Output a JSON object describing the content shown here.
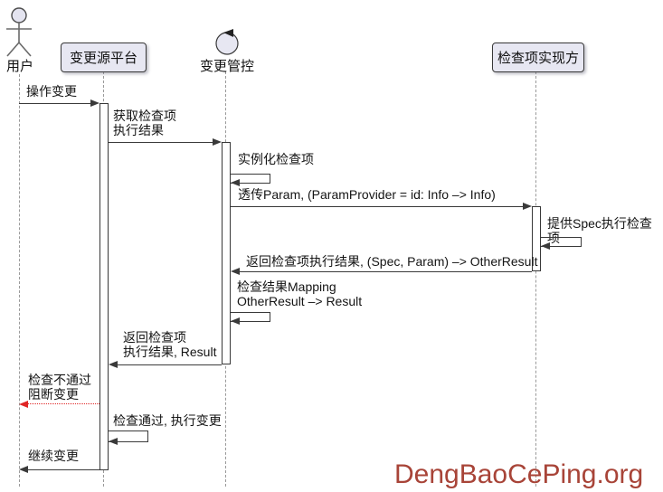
{
  "diagram": {
    "type": "uml-sequence",
    "participants": {
      "user": {
        "label": "用户",
        "kind": "actor"
      },
      "source_platform": {
        "label": "变更源平台",
        "kind": "participant"
      },
      "change_control": {
        "label": "变更管控",
        "kind": "control"
      },
      "check_implementer": {
        "label": "检查项实现方",
        "kind": "participant"
      }
    },
    "messages": [
      {
        "from": "用户",
        "to": "变更源平台",
        "kind": "sync",
        "text": "操作变更"
      },
      {
        "from": "变更源平台",
        "to": "变更管控",
        "kind": "sync",
        "text": "获取检查项\n执行结果"
      },
      {
        "from": "变更管控",
        "to": "变更管控",
        "kind": "self",
        "text": "实例化检查项"
      },
      {
        "from": "变更管控",
        "to": "检查项实现方",
        "kind": "sync",
        "text": "透传Param, (ParamProvider = id: Info –> Info)"
      },
      {
        "from": "检查项实现方",
        "to": "检查项实现方",
        "kind": "self",
        "text": "提供Spec执行检查项"
      },
      {
        "from": "检查项实现方",
        "to": "变更管控",
        "kind": "return",
        "text": "返回检查项执行结果, (Spec, Param) –> OtherResult"
      },
      {
        "from": "变更管控",
        "to": "变更管控",
        "kind": "self",
        "text": "检查结果Mapping\nOtherResult –> Result"
      },
      {
        "from": "变更管控",
        "to": "变更源平台",
        "kind": "return",
        "text": "返回检查项\n执行结果, Result"
      },
      {
        "from": "变更源平台",
        "to": "用户",
        "kind": "blocked",
        "text": "检查不通过\n阻断变更"
      },
      {
        "from": "变更源平台",
        "to": "变更源平台",
        "kind": "self",
        "text": "检查通过, 执行变更"
      },
      {
        "from": "变更源平台",
        "to": "用户",
        "kind": "sync",
        "text": "继续变更"
      }
    ],
    "watermark": {
      "text": "DengBaoCePing.org",
      "color": "#a84438"
    },
    "colors": {
      "background": "#ffffff",
      "participant_fill": "#e7e7f2",
      "border": "#383838",
      "arrow": "#3a3a3a",
      "lifeline": "#9a9a9a",
      "blocked_arrow": "#e02626",
      "watermark": "#a84438"
    }
  }
}
